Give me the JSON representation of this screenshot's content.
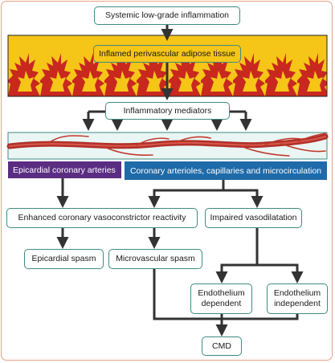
{
  "nodes": {
    "systemic_inflammation": "Systemic low-grade inflammation",
    "adipose_tissue": "Inflamed perivascular adipose tissue",
    "mediators": "Inflammatory mediators",
    "epicardial_arteries": "Epicardial coronary arteries",
    "microcirculation": "Coronary arterioles, capillaries and microcirculation",
    "vasoconstrictor": "Enhanced coronary vasoconstrictor reactivity",
    "impaired_vasodilatation": "Impaired vasodilatation",
    "epicardial_spasm": "Epicardial spasm",
    "microvascular_spasm": "Microvascular spasm",
    "endothelium_dependent": "Endothelium dependent",
    "endothelium_independent": "Endothelium independent",
    "cmd": "CMD"
  },
  "colors": {
    "frame": "#e8a184",
    "box_border": "#3f8a83",
    "connector": "#333333",
    "adipose_yellow": "#f5c518",
    "adipose_red": "#c8281e",
    "artery_red": "#c0392b",
    "epicardial_banner": "#5a2d82",
    "micro_banner": "#1f6aa8"
  }
}
